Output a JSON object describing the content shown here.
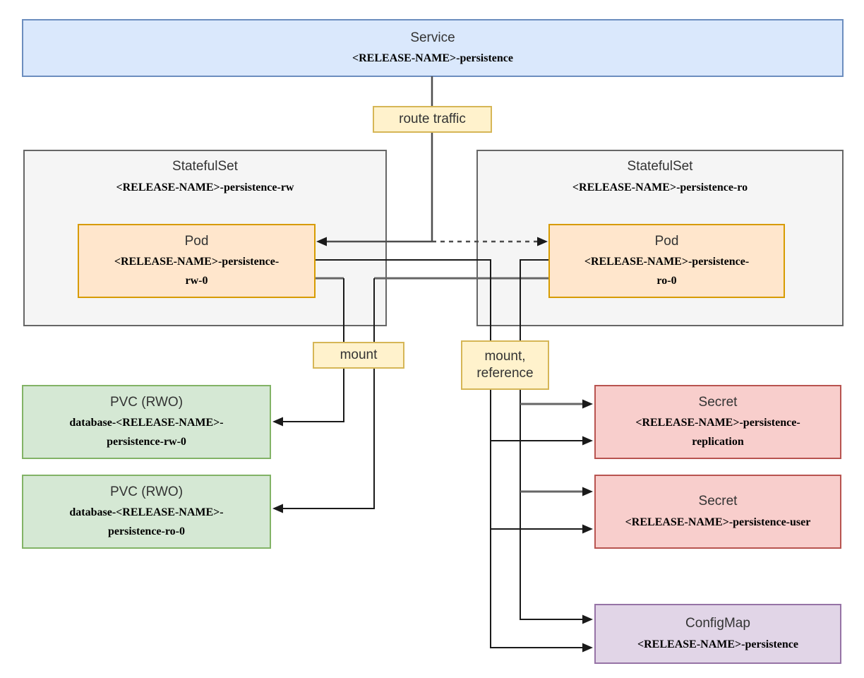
{
  "diagram": {
    "kind": "kubernetes-resources-diagram",
    "topic": "persistence release resources"
  },
  "nodes": {
    "service": {
      "title": "Service",
      "name": "<RELEASE-NAME>-persistence"
    },
    "statefulset_rw": {
      "title": "StatefulSet",
      "name": "<RELEASE-NAME>-persistence-rw"
    },
    "statefulset_ro": {
      "title": "StatefulSet",
      "name": "<RELEASE-NAME>-persistence-ro"
    },
    "pod_rw": {
      "title": "Pod",
      "name": "<RELEASE-NAME>-persistence-\nrw-0"
    },
    "pod_ro": {
      "title": "Pod",
      "name": "<RELEASE-NAME>-persistence-\nro-0"
    },
    "pvc_rw": {
      "title": "PVC (RWO)",
      "name": "database-<RELEASE-NAME>-\npersistence-rw-0"
    },
    "pvc_ro": {
      "title": "PVC (RWO)",
      "name": "database-<RELEASE-NAME>-\npersistence-ro-0"
    },
    "secret_replication": {
      "title": "Secret",
      "name": "<RELEASE-NAME>-persistence-\nreplication"
    },
    "secret_user": {
      "title": "Secret",
      "name": "<RELEASE-NAME>-persistence-user"
    },
    "configmap": {
      "title": "ConfigMap",
      "name": "<RELEASE-NAME>-persistence"
    }
  },
  "edge_labels": {
    "route_traffic": "route traffic",
    "mount": "mount",
    "mount_reference": "mount,\nreference"
  },
  "palette": {
    "service_fill": "#dae8fc",
    "service_border": "#6c8ebf",
    "statefulset_fill": "#f5f5f5",
    "statefulset_border": "#666666",
    "pod_fill": "#ffe6cc",
    "pod_border": "#d79b00",
    "pvc_fill": "#d5e8d4",
    "pvc_border": "#82b366",
    "secret_fill": "#f8cecc",
    "secret_border": "#b85450",
    "configmap_fill": "#e1d5e7",
    "configmap_border": "#9673a6",
    "label_fill": "#fff2cc",
    "label_border": "#d6b656",
    "line_black": "#1a1a1a",
    "line_gray": "#666666",
    "line_route": "#4d4d4d"
  }
}
